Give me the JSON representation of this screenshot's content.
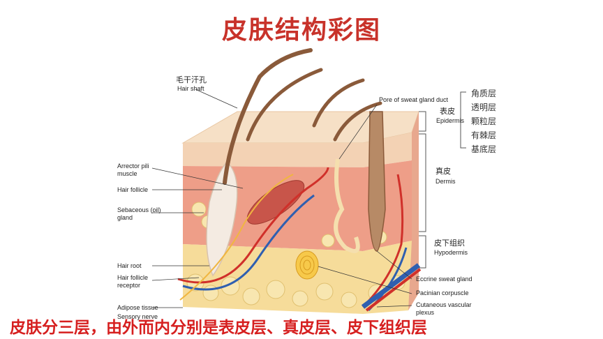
{
  "title": "皮肤结构彩图",
  "caption": "皮肤分三层，由外而内分别是表皮层、真皮层、皮下组织层",
  "labels": {
    "hair_shaft_zh": "毛干汗孔",
    "hair_shaft_en": "Hair shaft",
    "arrector_1": "Arrector pili",
    "arrector_2": "muscle",
    "hair_follicle": "Hair follicle",
    "sebaceous_1": "Sebaceous (oil)",
    "sebaceous_2": "gland",
    "hair_root": "Hair root",
    "hair_follicle_receptor_1": "Hair follicle",
    "hair_follicle_receptor_2": "receptor",
    "adipose": "Adipose tissue",
    "sensory": "Sensory nerve",
    "pore": "Pore of sweat gland duct",
    "epidermis_zh": "表皮",
    "epidermis_en": "Epidermis",
    "dermis_zh": "真皮",
    "dermis_en": "Dermis",
    "hypodermis_zh": "皮下组织",
    "hypodermis_en": "Hypodermis",
    "eccrine": "Eccrine sweat gland",
    "pacinian": "Pacinian corpuscle",
    "cutaneous_1": "Cutaneous vascular",
    "cutaneous_2": "plexus"
  },
  "epidermis_sublayers": [
    "角质层",
    "透明层",
    "颗粒层",
    "有棘层",
    "基底层"
  ],
  "colors": {
    "title": "#c8322a",
    "caption": "#d61f1f",
    "epidermis": "#f3d2b4",
    "dermis": "#ee9e88",
    "hypodermis": "#f6dc9a",
    "hair": "#8a5a3a",
    "artery": "#d0302a",
    "vein": "#2f5fb0",
    "nerve": "#f0b640"
  }
}
